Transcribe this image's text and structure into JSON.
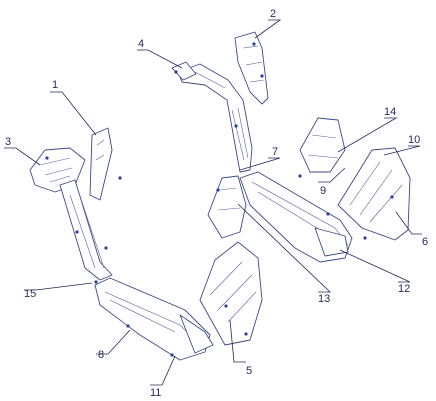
{
  "diagram": {
    "type": "exploded parts diagram",
    "callouts": [
      "1",
      "2",
      "3",
      "4",
      "5",
      "6",
      "7",
      "8",
      "9",
      "10",
      "11",
      "12",
      "13",
      "14",
      "15"
    ]
  },
  "colors": {
    "line": "#3b4a86",
    "label": "#1d2a5c",
    "fastener": "#2b3f9e",
    "background": "#ffffff"
  }
}
